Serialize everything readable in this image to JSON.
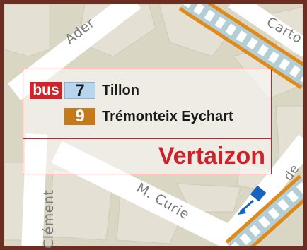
{
  "map": {
    "streets": {
      "ader": "Ader",
      "carto": "Carto",
      "clement": "Clément",
      "curie": "M. Curie",
      "de": "de"
    },
    "colors": {
      "background": "#d9d6c3",
      "block": "#e4e0d3",
      "road": "#ffffff",
      "tram_band": "#b3cfd5",
      "tram_rail": "#e08a1a",
      "frame": "#6a2f22",
      "stop_marker": "#1565c0"
    },
    "stop_marker_icon": "bus-stop-marker-with-arrow"
  },
  "stop_panel": {
    "mode_label": "bus",
    "lines": [
      {
        "number": "7",
        "destination": "Tillon",
        "color": "#b8d5ee"
      },
      {
        "number": "9",
        "destination": "Trémonteix Eychart",
        "color": "#c57a1a"
      }
    ],
    "stop_name": "Vertaizon",
    "accent": "#d2232a"
  }
}
